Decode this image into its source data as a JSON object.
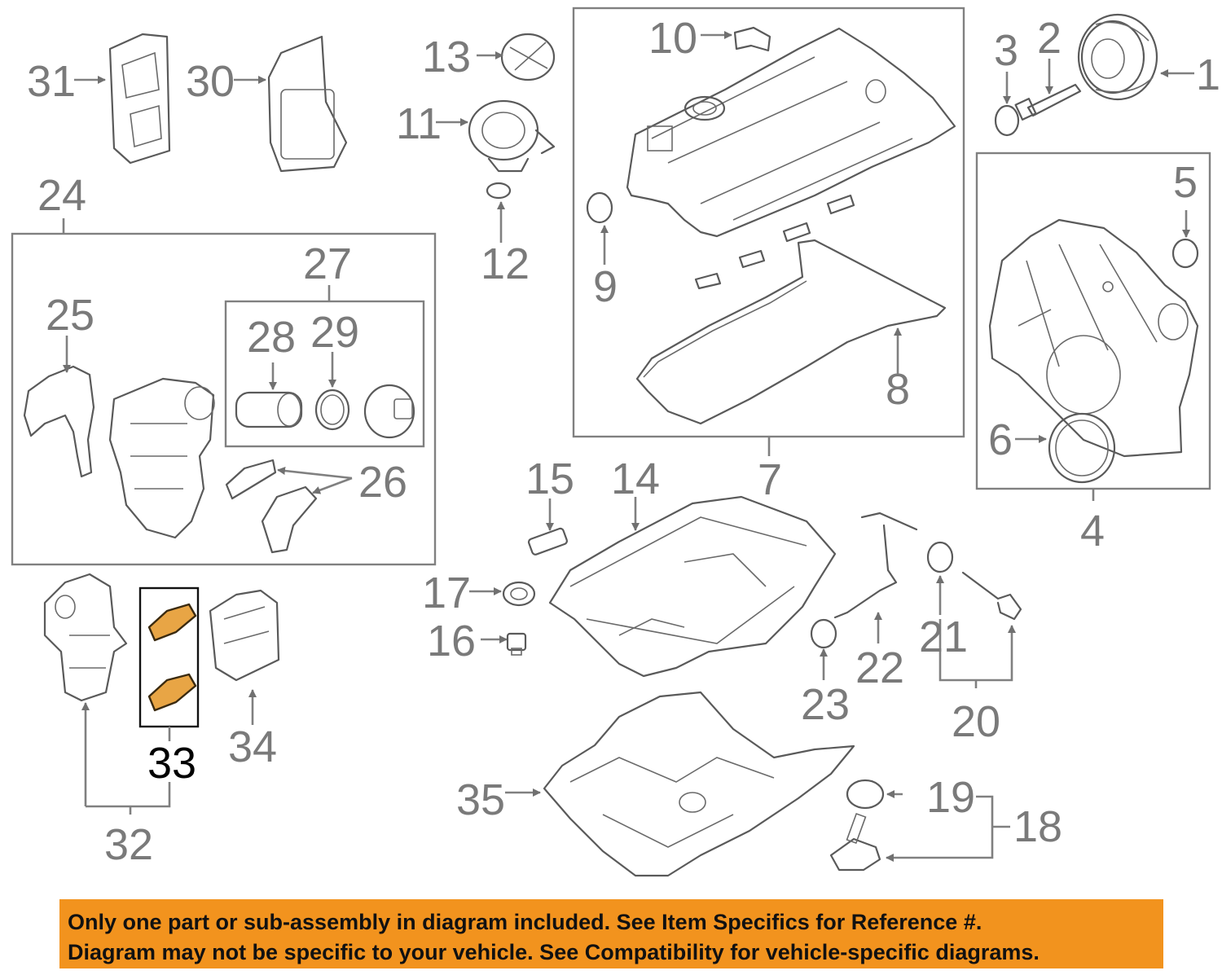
{
  "diagram": {
    "callouts": {
      "c1": "1",
      "c2": "2",
      "c3": "3",
      "c4": "4",
      "c5": "5",
      "c6": "6",
      "c7": "7",
      "c8": "8",
      "c9": "9",
      "c10": "10",
      "c11": "11",
      "c12": "12",
      "c13": "13",
      "c14": "14",
      "c15": "15",
      "c16": "16",
      "c17": "17",
      "c18": "18",
      "c19": "19",
      "c20": "20",
      "c21": "21",
      "c22": "22",
      "c23": "23",
      "c24": "24",
      "c25": "25",
      "c26": "26",
      "c27": "27",
      "c28": "28",
      "c29": "29",
      "c30": "30",
      "c31": "31",
      "c32": "32",
      "c33": "33",
      "c34": "34",
      "c35": "35"
    },
    "highlighted_part": "33",
    "colors": {
      "line": "#5a5a5a",
      "label": "#7a7a7a",
      "highlight_fill": "#e8a545",
      "highlight_label": "#000000"
    }
  },
  "banner": {
    "line1": "Only one part or sub-assembly in diagram included. See Item Specifics for Reference #.",
    "line2": "Diagram may not be specific to your vehicle. See Compatibility for vehicle-specific diagrams.",
    "color": "#f2931e"
  }
}
